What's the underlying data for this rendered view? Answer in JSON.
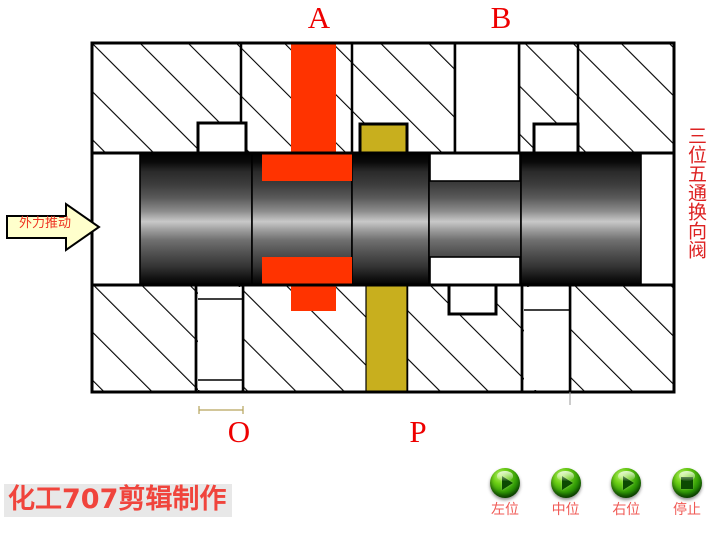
{
  "diagram": {
    "title_vertical": "三位五通换向阀",
    "watermark": "化工707剪辑制作",
    "force_arrow_label": "外力推动",
    "port_labels": {
      "a": "A",
      "b": "B",
      "o": "O",
      "p": "P"
    },
    "colors": {
      "port_a_red": "#FF3300",
      "port_p_olive": "#C8AF1E",
      "label_red": "#EE0000",
      "caption_red": "#DD2222",
      "watermark_red": "#F0443C",
      "watermark_bg": "#E8E8E8",
      "arrow_fill": "#FFFFCC",
      "arrow_text": "#EE3322",
      "body_outline": "#000000",
      "button_green": "#2F9A06",
      "button_label_red": "#F05A55"
    }
  },
  "controls": {
    "buttons": [
      {
        "id": "left-position",
        "label": "左位",
        "glyph": "play-icon"
      },
      {
        "id": "middle-position",
        "label": "中位",
        "glyph": "play-icon"
      },
      {
        "id": "right-position",
        "label": "右位",
        "glyph": "play-icon"
      },
      {
        "id": "stop",
        "label": "停止",
        "glyph": "stop-icon"
      }
    ]
  }
}
